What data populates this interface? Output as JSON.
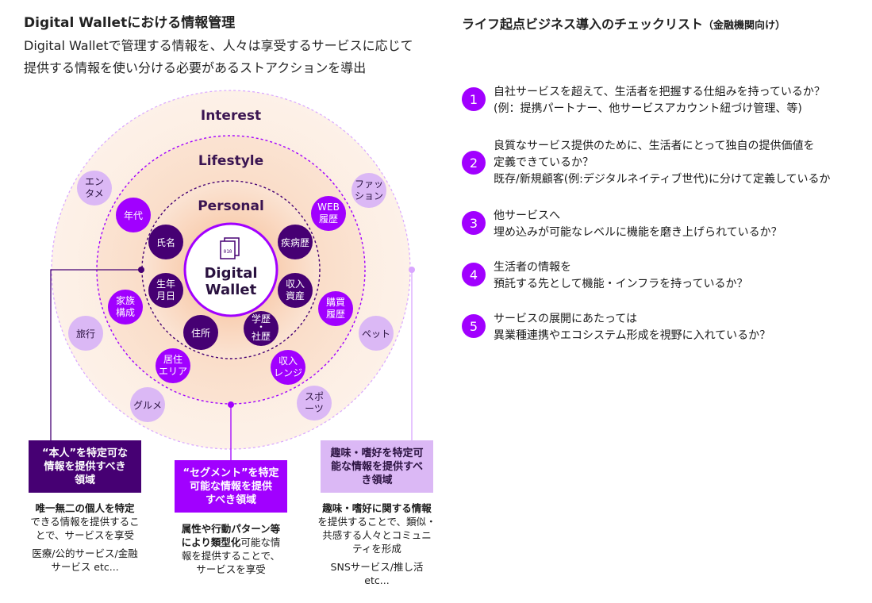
{
  "left": {
    "title": "Digital Walletにおける情報管理",
    "subtitle_line1": "Digital Walletで管理する情報を、人々は享受するサービスに応じて",
    "subtitle_line2": "提供する情報を使い分ける必要があるストアクションを導出"
  },
  "rings": {
    "interest": "Interest",
    "lifestyle": "Lifestyle",
    "personal": "Personal"
  },
  "center": {
    "line1": "Digital",
    "line2": "Wallet"
  },
  "bubbles": {
    "personal": [
      {
        "l1": "氏名",
        "l2": ""
      },
      {
        "l1": "疾病歴",
        "l2": ""
      },
      {
        "l1": "生年",
        "l2": "月日"
      },
      {
        "l1": "収入",
        "l2": "資産"
      },
      {
        "l1": "住所",
        "l2": ""
      },
      {
        "l1": "学歴",
        "l2": "・"
      },
      {
        "l1": "社歴",
        "l2": ""
      }
    ],
    "lifestyle": [
      {
        "l1": "年代",
        "l2": ""
      },
      {
        "l1": "WEB",
        "l2": "履歴"
      },
      {
        "l1": "家族",
        "l2": "構成"
      },
      {
        "l1": "購買",
        "l2": "履歴"
      },
      {
        "l1": "居住",
        "l2": "エリア"
      },
      {
        "l1": "収入",
        "l2": "レンジ"
      }
    ],
    "interest": [
      {
        "l1": "エン",
        "l2": "タメ"
      },
      {
        "l1": "ファッ",
        "l2": "ション"
      },
      {
        "l1": "旅行",
        "l2": ""
      },
      {
        "l1": "ペット",
        "l2": ""
      },
      {
        "l1": "グルメ",
        "l2": ""
      },
      {
        "l1": "スポ",
        "l2": "ーツ"
      }
    ]
  },
  "boxes": [
    {
      "label_l1": "“本人”を特定可な",
      "label_l2": "情報を提供すべき",
      "label_l3": "領域",
      "desc_bold": "唯一無二の個人を特定",
      "desc_l1": "できる情報を提供するこ",
      "desc_l2": "とで、サービスを享受",
      "desc_l3": "医療/公的サービス/金融",
      "desc_l4": "サービス etc..."
    },
    {
      "label_l1": "“セグメント”を特定",
      "label_l2": "可能な情報を提供",
      "label_l3": "すべき領域",
      "desc_bold1": "属性や行動パターン等",
      "desc_bold2": "により類型化",
      "desc_l1tail": "可能な情",
      "desc_l2": "報を提供することで、",
      "desc_l3": "サービスを享受"
    },
    {
      "label_l1": "趣味・嗜好を特定可",
      "label_l2": "能な情報を提供すべ",
      "label_l3": "き領域",
      "desc_bold": "趣味・嗜好に関する情報",
      "desc_l1": "を提供することで、類似・",
      "desc_l2": "共感する人々とコミュニ",
      "desc_l3": "ティを形成",
      "desc_l4": "SNSサービス/推し活",
      "desc_l5": "etc..."
    }
  ],
  "right": {
    "title": "ライフ起点ビジネス導入のチェックリスト",
    "title_note": "（金融機関向け）",
    "items": [
      {
        "num": "1",
        "lines": [
          "自社サービスを超えて、生活者を把握する仕組みを持っているか？",
          "(例：提携パートナー、他サービスアカウント紐づけ管理、等)"
        ]
      },
      {
        "num": "2",
        "lines": [
          "良質なサービス提供のために、生活者にとって独自の提供価値を",
          "定義できているか？",
          "既存/新規顧客(例:デジタルネイティブ世代)に分けて定義しているか"
        ]
      },
      {
        "num": "3",
        "lines": [
          "他サービスへ",
          "埋め込みが可能なレベルに機能を磨き上げられているか？"
        ]
      },
      {
        "num": "4",
        "lines": [
          "生活者の情報を",
          "預託する先として機能・インフラを持っているか？"
        ]
      },
      {
        "num": "5",
        "lines": [
          "サービスの展開にあたっては",
          "異業種連携やエコシステム形成を視野に入れているか？"
        ]
      }
    ]
  },
  "colors": {
    "accent": "#a100ff",
    "dark_purple": "#460073",
    "light_purple": "#d9b3ff",
    "ring_label": "#3b1552"
  }
}
